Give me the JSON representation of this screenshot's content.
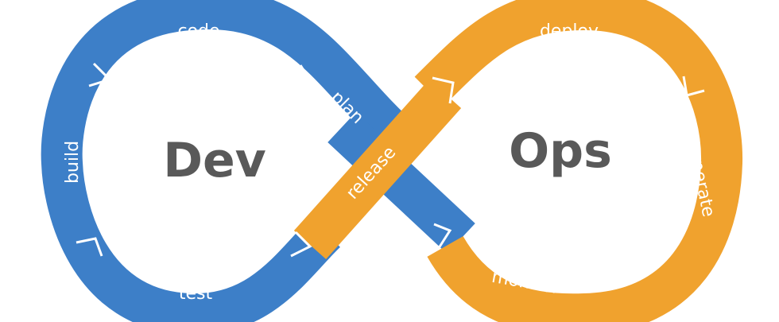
{
  "diagram": {
    "left_title": "Dev",
    "right_title": "Ops",
    "dev_color": "#3d7fc8",
    "ops_color": "#f0a22e",
    "title_color": "#595959",
    "stages": {
      "code": "code",
      "plan": "plan",
      "build": "build",
      "test": "test",
      "release": "release",
      "deploy": "deploy",
      "operate": "operate",
      "monitor": "monitor"
    }
  }
}
